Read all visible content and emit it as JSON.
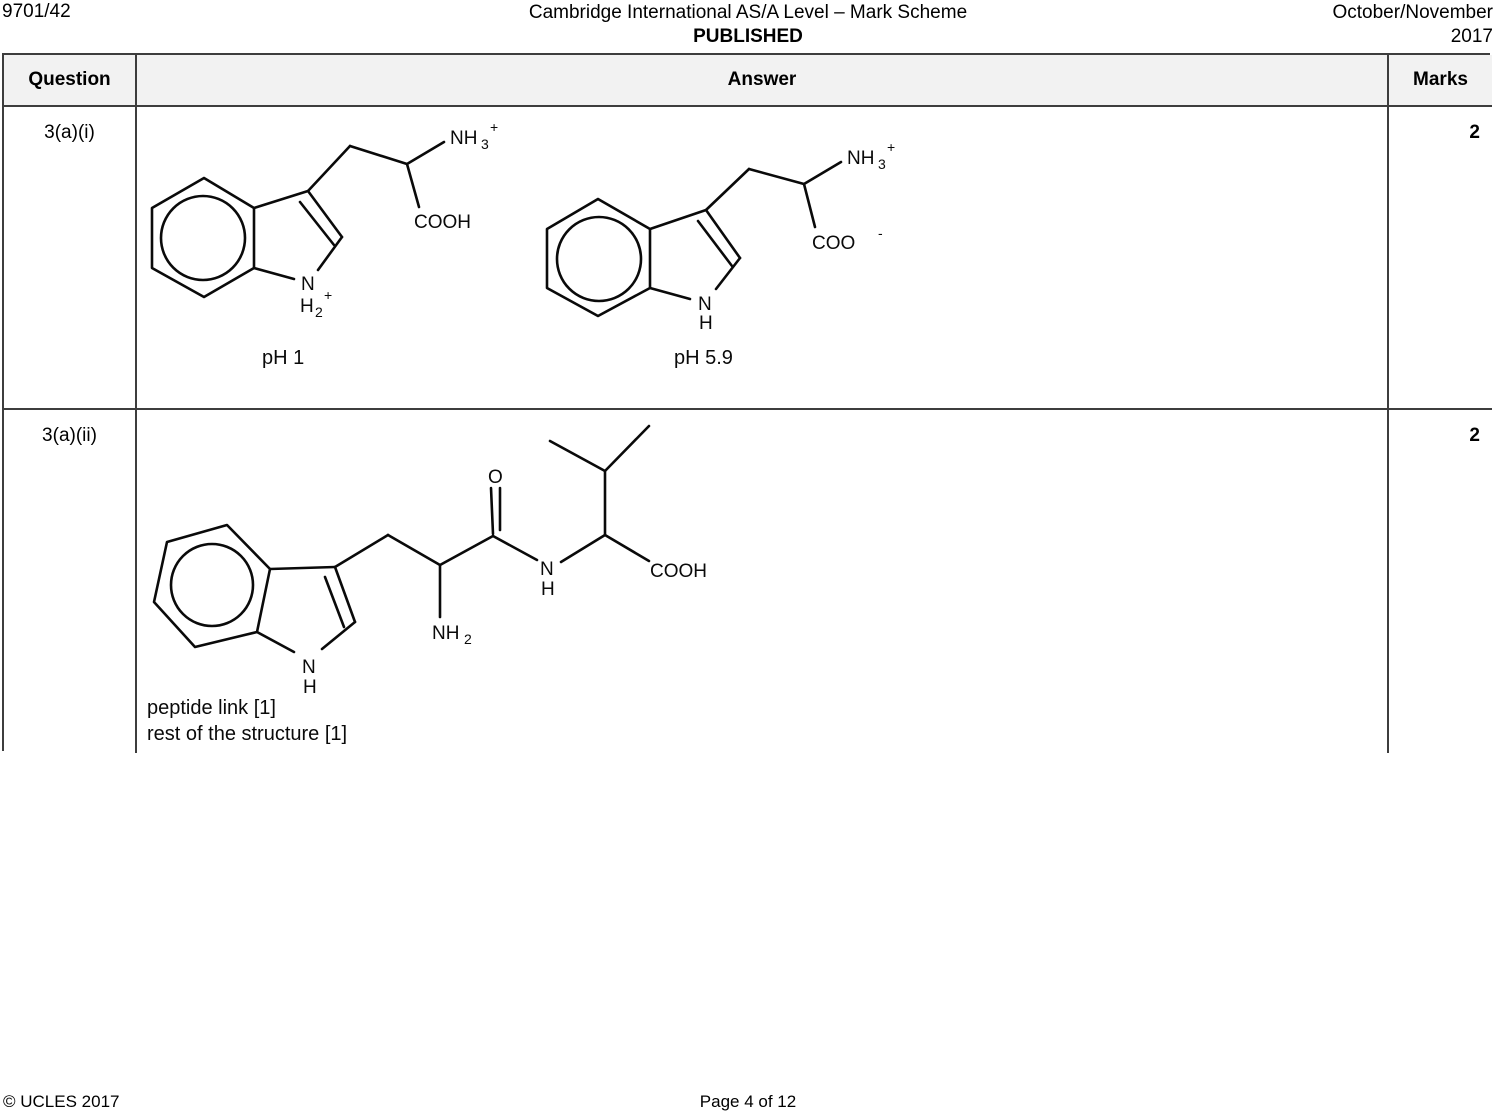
{
  "colors": {
    "ink": "#0a0a0a",
    "table_border": "#3d3d3d",
    "header_bg": "#f2f2f2"
  },
  "header": {
    "paper_code": "9701/42",
    "title": "Cambridge International AS/A Level – Mark Scheme",
    "subtitle": "PUBLISHED",
    "session": "October/November",
    "year": "2017"
  },
  "table": {
    "columns": {
      "question": "Question",
      "answer": "Answer",
      "marks": "Marks"
    }
  },
  "rows": [
    {
      "question": "3(a)(i)",
      "marks": "2",
      "structure_ph1": {
        "amine_main": "NH",
        "amine_sub": "3",
        "amine_sup": "+",
        "acid": "COOH",
        "ring_n": "N",
        "ring_h": "H",
        "ring_h_sub": "2",
        "ring_h_sup": "+",
        "caption": "pH 1"
      },
      "structure_ph59": {
        "amine_main": "NH",
        "amine_sub": "3",
        "amine_sup": "+",
        "acid_main": "COO",
        "acid_sup": "-",
        "ring_n": "N",
        "ring_h": "H",
        "caption": "pH 5.9"
      }
    },
    {
      "question": "3(a)(ii)",
      "marks": "2",
      "structure_dipeptide": {
        "carbonyl_o": "O",
        "amide_n": "N",
        "amide_h": "H",
        "amine_main": "NH",
        "amine_sub": "2",
        "acid": "COOH",
        "ring_n": "N",
        "ring_h": "H"
      },
      "notes": [
        "peptide link [1]",
        "rest of the structure [1]"
      ]
    }
  ],
  "footer": {
    "copyright": "© UCLES 2017",
    "page": "Page 4 of 12"
  }
}
